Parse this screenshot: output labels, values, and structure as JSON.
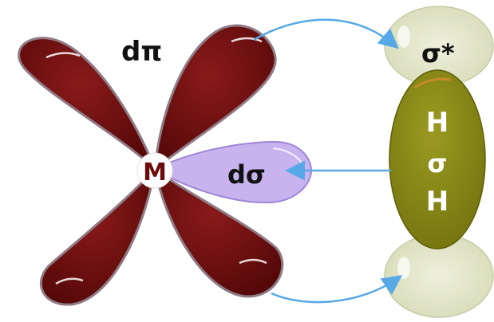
{
  "diagram": {
    "labels": {
      "d_pi": "dπ",
      "d_sigma": "dσ",
      "metal": "M",
      "sigma_star": "σ*",
      "h_top": "H",
      "sigma_bond": "σ",
      "h_bottom": "H"
    },
    "colors": {
      "d_pi_lobe": "#6b0b0b",
      "d_pi_outline": "#8e7b86",
      "d_sigma_lobe": "#c8b3ef",
      "d_sigma_outline": "#9f86d8",
      "sigma_star_orbital": "#dfe2c4",
      "sigma_bond_orbital": "#8a8a18",
      "arrow": "#56a9e6",
      "metal_label": "#6b0b0b",
      "text_dark": "#111111",
      "text_light": "#ffffff"
    }
  }
}
